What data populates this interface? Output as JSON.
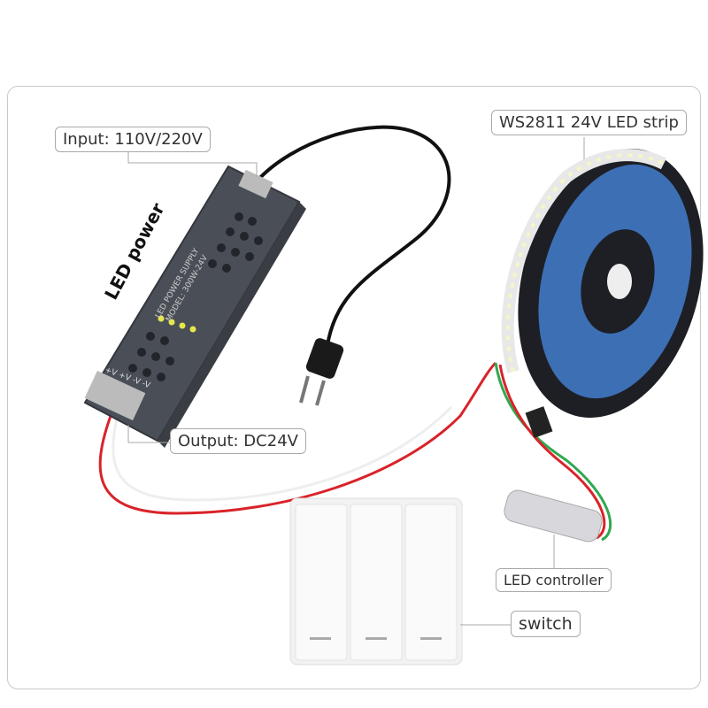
{
  "labels": {
    "input": "Input: 110V/220V",
    "strip": "WS2811 24V LED strip",
    "output": "Output: DC24V",
    "controller": "LED controller",
    "switch": "switch",
    "power": "LED power"
  },
  "power_supply": {
    "title": "LED POWER SUPPLY",
    "model": "MODEL: 300W-24V",
    "terminals": "+V +V -V -V"
  },
  "colors": {
    "case": "#4a4f57",
    "wire_red": "#d9232a",
    "wire_green": "#2fa84f",
    "reel": "#3d6fb5"
  }
}
